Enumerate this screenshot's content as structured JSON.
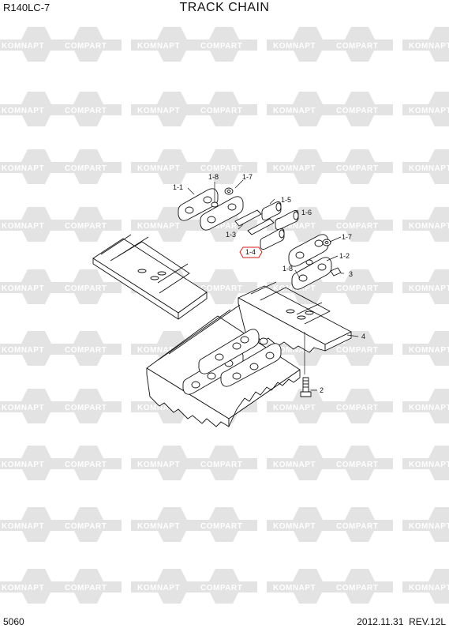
{
  "header": {
    "model": "R140LC-7",
    "title": "TRACK CHAIN"
  },
  "footer": {
    "page_number": "5060",
    "date_revision": "2012.11.31  REV.12L"
  },
  "watermark": {
    "text_left": "KOMNAPT",
    "text_right": "COMPART",
    "color": "#e3e3e3"
  },
  "callouts": [
    {
      "id": "c-1-1",
      "label": "1-1"
    },
    {
      "id": "c-1-8a",
      "label": "1-8"
    },
    {
      "id": "c-1-7a",
      "label": "1-7"
    },
    {
      "id": "c-1-5",
      "label": "1-5"
    },
    {
      "id": "c-1-6",
      "label": "1-6"
    },
    {
      "id": "c-1-3",
      "label": "1-3"
    },
    {
      "id": "c-1-4",
      "label": "1-4",
      "highlight": true
    },
    {
      "id": "c-1-7b",
      "label": "1-7"
    },
    {
      "id": "c-1-2",
      "label": "1-2"
    },
    {
      "id": "c-1-8b",
      "label": "1-8"
    },
    {
      "id": "c-3",
      "label": "3"
    },
    {
      "id": "c-4",
      "label": "4"
    },
    {
      "id": "c-2",
      "label": "2"
    }
  ],
  "highlight_color": "#d11a1a"
}
